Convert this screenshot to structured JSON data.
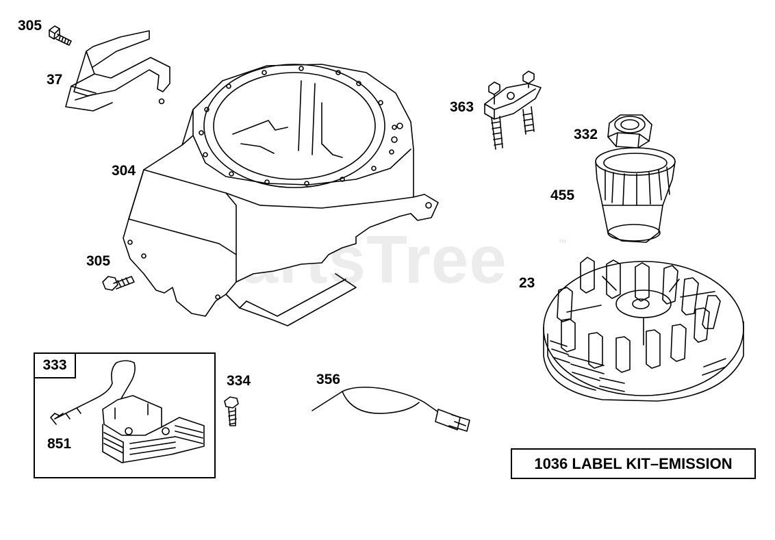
{
  "watermark": {
    "text": "PartsTree",
    "trademark": "™"
  },
  "callouts": {
    "top_bolt": "305",
    "deflector": "37",
    "blower_housing": "304",
    "side_bolt": "305",
    "terminal_block": "363",
    "nut": "332",
    "cup": "455",
    "flywheel": "23",
    "armature_box": "333",
    "armature_wire": "851",
    "screw": "334",
    "ground_wire": "356"
  },
  "label_kit": "1036 LABEL KIT–EMISSION"
}
